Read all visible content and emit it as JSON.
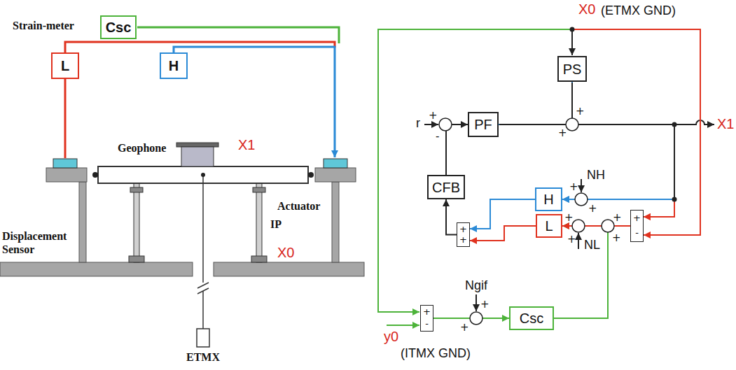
{
  "diagram": {
    "nodes": [
      {
        "text": [
          "Csc"
        ]
      },
      {
        "text": [
          "L"
        ]
      },
      {
        "text": [
          "H"
        ]
      },
      {
        "text": [
          "PS"
        ]
      },
      {
        "text": [
          "PF"
        ]
      },
      {
        "text": [
          "CFB"
        ]
      },
      {
        "text": [
          "H"
        ]
      },
      {
        "text": [
          "+",
          "+"
        ]
      },
      {
        "text": [
          "L"
        ]
      },
      {
        "text": [
          "+",
          "-"
        ]
      },
      {
        "text": [
          "+",
          "-"
        ]
      },
      {
        "text": [
          "Csc"
        ]
      }
    ],
    "edges": [
      {
        "from": 4,
        "to": 9,
        "arrow": "to"
      },
      {
        "from": 3,
        "to": 9,
        "arrow": "to"
      },
      {
        "from": 4,
        "to": 6,
        "arrow": "to"
      },
      {
        "from": 3,
        "to": 6,
        "arrow": "to"
      },
      {
        "from": 6,
        "to": 7,
        "arrow": "to"
      },
      {
        "from": 8,
        "to": 7,
        "arrow": "to"
      },
      {
        "from": 7,
        "to": 5,
        "arrow": "to"
      },
      {
        "from": 5,
        "to": 4,
        "arrow": "to"
      },
      {
        "from": 11,
        "to": 8,
        "arrow": "to"
      },
      {
        "from": 9,
        "to": 8,
        "arrow": "to"
      },
      {
        "from": 10,
        "to": 11,
        "arrow": "to"
      }
    ],
    "labels": [
      "Strain-meter",
      "Geophone",
      "X1",
      "Displacement Sensor",
      "IP",
      "Actuator",
      "X0",
      "ETMX",
      "X0",
      "(ETMX GND)",
      "r",
      "+",
      "-",
      "+",
      "+",
      "X1",
      "NH",
      "+",
      "+",
      "NL",
      "+",
      "+",
      "+",
      "+",
      "Ngif",
      "+",
      "+",
      "y0",
      "(ITMX GND)"
    ]
  }
}
